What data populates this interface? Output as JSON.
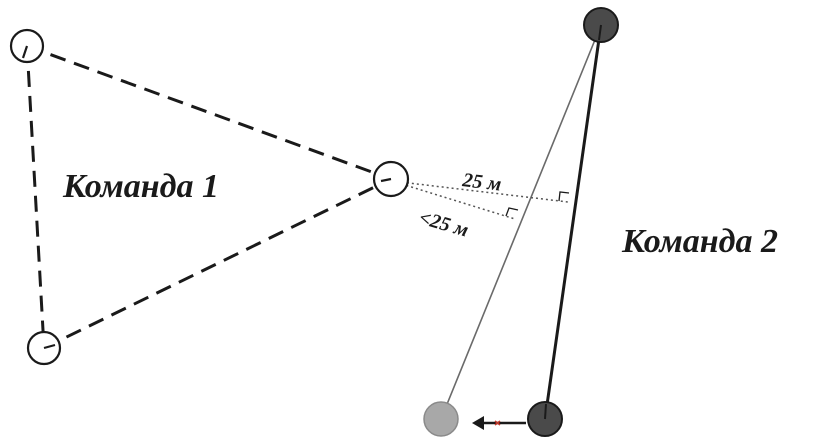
{
  "labels": {
    "team_1": "Команда 1",
    "team_2": "Команда 2",
    "distance_25": "25 м",
    "distance_lt_25": "<25 м"
  },
  "colors": {
    "team_1_player": "#ffffff",
    "team_2_player": "#4a4a4a",
    "team_2_moving_player": "#a8a8a8",
    "movement_arrow_marker": "#c0392b",
    "line": "#1a1a1a"
  }
}
